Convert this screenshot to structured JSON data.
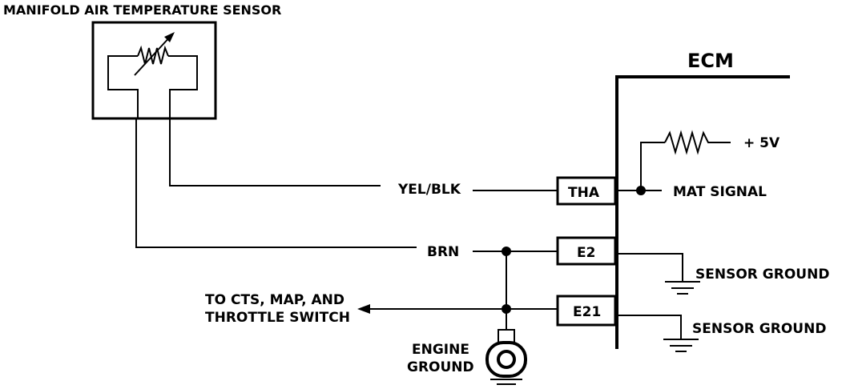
{
  "sensor": {
    "title": "MANIFOLD AIR TEMPERATURE SENSOR"
  },
  "ecm": {
    "title": "ECM"
  },
  "wires": {
    "signal_color": "YEL/BLK",
    "ground_color": "BRN"
  },
  "pins": {
    "tha": "THA",
    "e2": "E2",
    "e21": "E21"
  },
  "labels": {
    "plus5v": "+ 5V",
    "mat_signal": "MAT SIGNAL",
    "sensor_ground_1": "SENSOR GROUND",
    "sensor_ground_2": "SENSOR GROUND",
    "to_cts_line1": "TO CTS, MAP, AND",
    "to_cts_line2": "THROTTLE SWITCH",
    "engine_ground_line1": "ENGINE",
    "engine_ground_line2": "GROUND"
  }
}
